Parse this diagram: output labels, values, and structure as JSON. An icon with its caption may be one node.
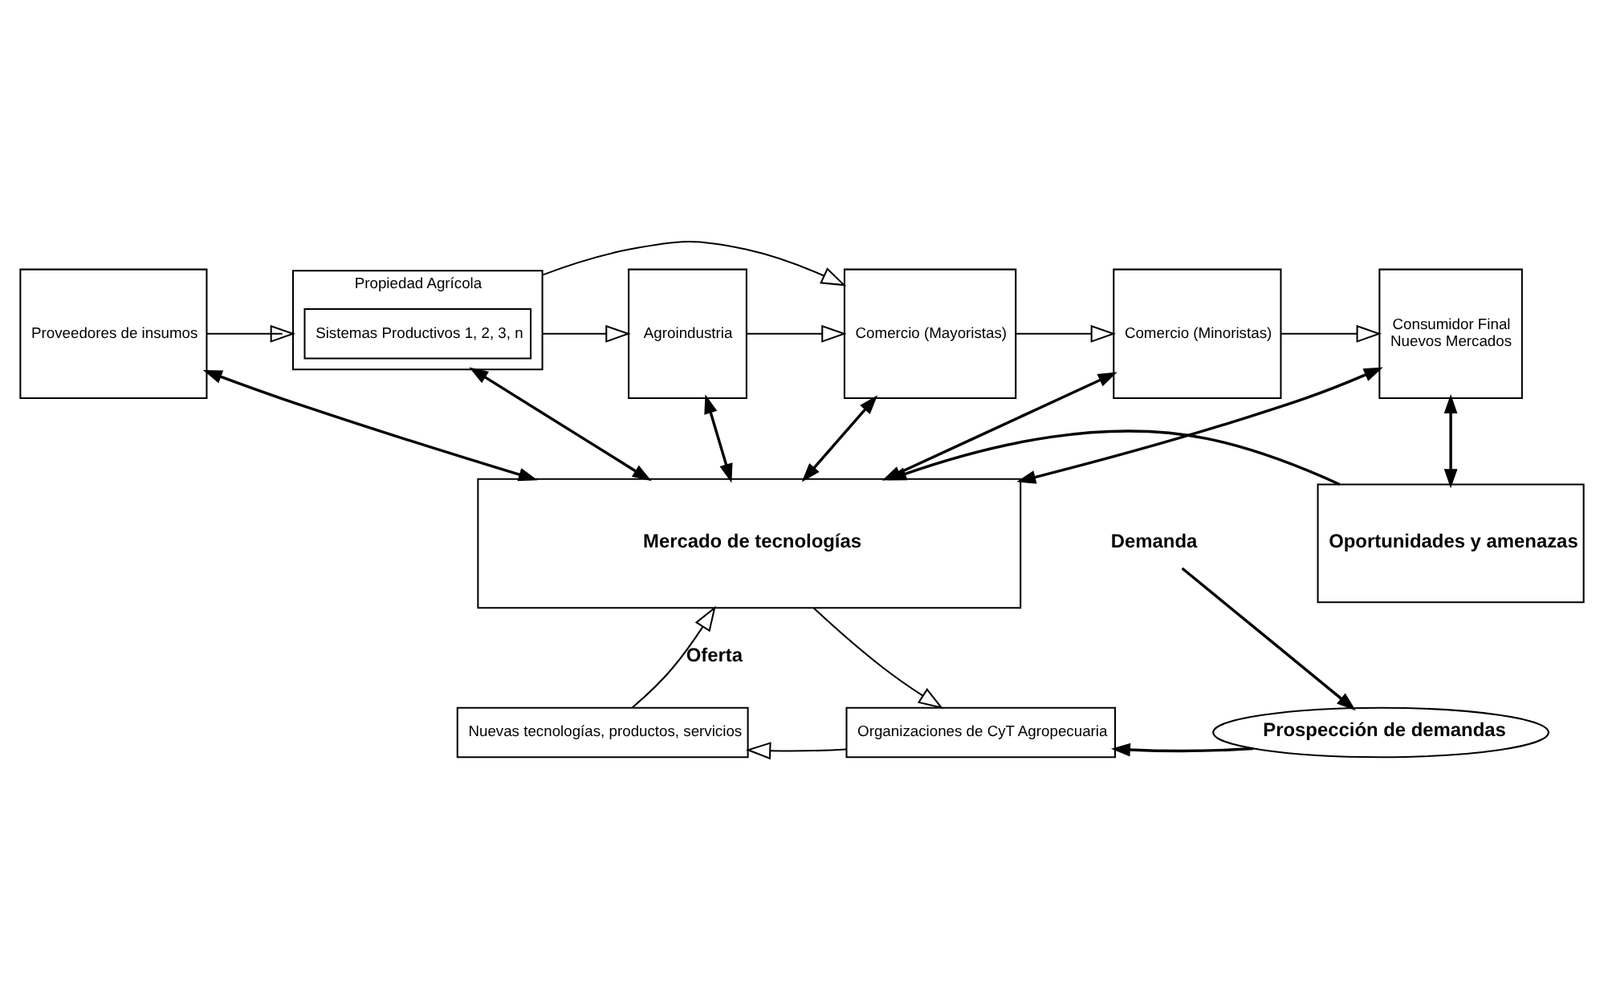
{
  "diagram": {
    "nodes": [
      {
        "text": [
          "Proveedores de insumos"
        ]
      },
      {
        "text": [
          "Propiedad Agrícola"
        ]
      },
      {
        "text": [
          "Sistemas Productivos 1, 2, 3, n"
        ],
        "in": 1
      },
      {
        "text": [
          "Agroindustria"
        ]
      },
      {
        "text": [
          "Comercio (Mayoristas)"
        ]
      },
      {
        "text": [
          "Comercio (Minoristas)"
        ]
      },
      {
        "text": [
          "Consumidor Final",
          "Nuevos Mercados"
        ]
      },
      {
        "text": [
          "Mercado de tecnologías"
        ]
      },
      {
        "text": [
          "Oportunidades y amenazas"
        ]
      },
      {
        "text": [
          "Nuevas tecnologías, productos, servicios"
        ]
      },
      {
        "text": [
          "Organizaciones de CyT Agropecuaria"
        ]
      },
      {
        "text": [
          "Prospección de demandas"
        ]
      },
      {
        "text": [
          "Demanda"
        ]
      }
    ],
    "edges": [
      {
        "from": 0,
        "to": 1,
        "arrow": "to"
      },
      {
        "from": 1,
        "to": 3,
        "arrow": "to"
      },
      {
        "from": 3,
        "to": 4,
        "arrow": "to"
      },
      {
        "from": 4,
        "to": 5,
        "arrow": "to"
      },
      {
        "from": 5,
        "to": 6,
        "arrow": "to"
      },
      {
        "from": 1,
        "to": 4,
        "arrow": "to"
      },
      {
        "from": 0,
        "to": 7,
        "arrow": "both"
      },
      {
        "from": 1,
        "to": 7,
        "arrow": "both"
      },
      {
        "from": 3,
        "to": 7,
        "arrow": "both"
      },
      {
        "from": 4,
        "to": 7,
        "arrow": "both"
      },
      {
        "from": 5,
        "to": 7,
        "arrow": "both"
      },
      {
        "from": 6,
        "to": 7,
        "arrow": "both"
      },
      {
        "from": 6,
        "to": 8,
        "arrow": "both"
      },
      {
        "from": 8,
        "to": 7,
        "arrow": "to"
      },
      {
        "from": 7,
        "to": 10,
        "arrow": "to"
      },
      {
        "from": 9,
        "to": 7,
        "label": "Oferta",
        "arrow": "to"
      },
      {
        "from": 10,
        "to": 9,
        "arrow": "to"
      },
      {
        "from": 11,
        "to": 10,
        "arrow": "to"
      },
      {
        "from": 12,
        "to": 11,
        "arrow": "to"
      }
    ]
  }
}
